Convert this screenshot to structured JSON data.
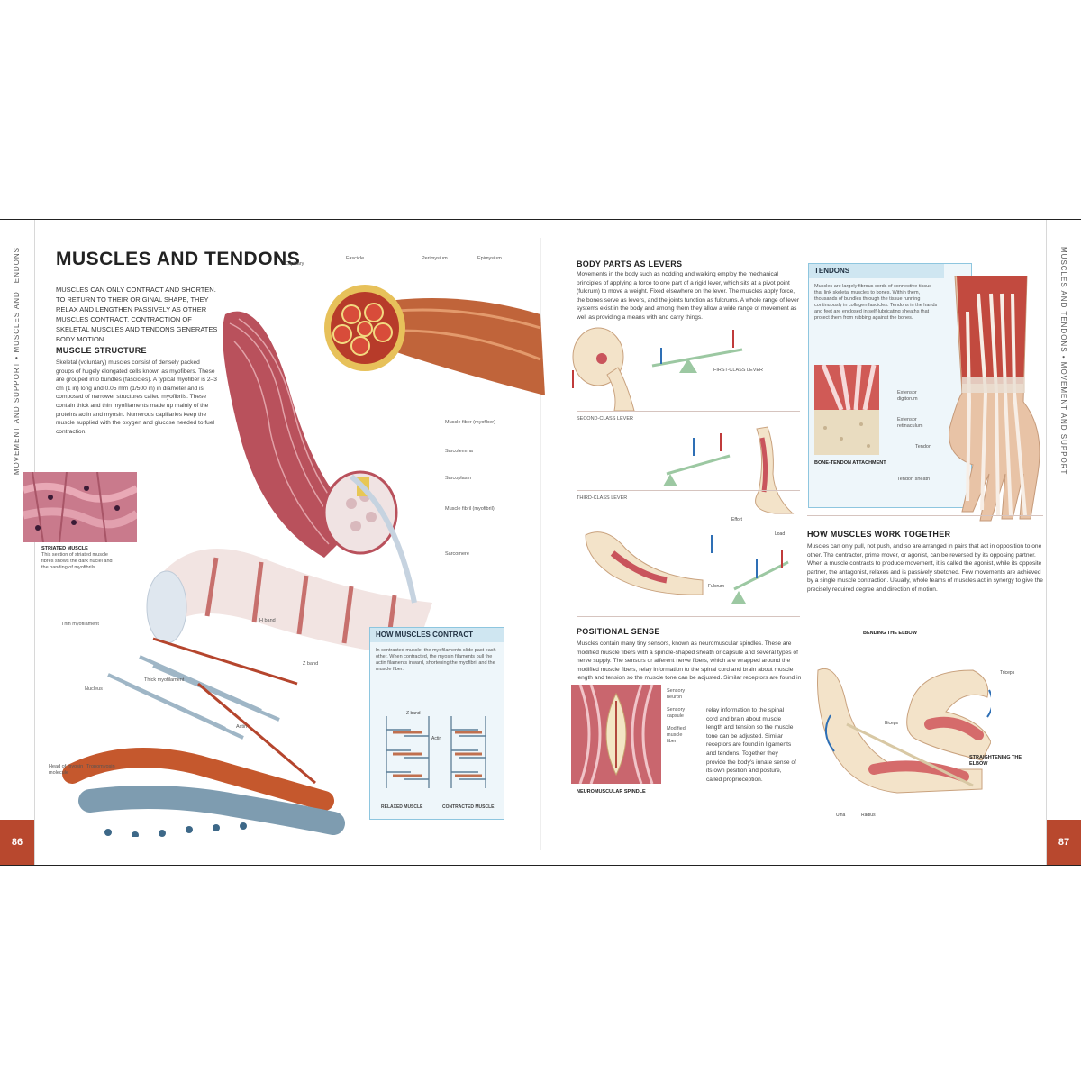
{
  "left_page": {
    "title": "MUSCLES AND TENDONS",
    "intro": "Muscles can only contract and shorten. To return to their original shape, they relax and lengthen passively as other muscles contract. Contraction of skeletal muscles and tendons generates body motion.",
    "gutter_text": "MOVEMENT AND SUPPORT  •  MUSCLES AND TENDONS",
    "page_number": "86",
    "structure_heading": "MUSCLE STRUCTURE",
    "structure_text": "Skeletal (voluntary) muscles consist of densely packed groups of hugely elongated cells known as myofibers. These are grouped into bundles (fascicles). A typical myofiber is 2–3 cm (1 in) long and 0.05 mm (1/500 in) in diameter and is composed of narrower structures called myofibrils. These contain thick and thin myofilaments made up mainly of the proteins actin and myosin. Numerous capillaries keep the muscle supplied with the oxygen and glucose needed to fuel contraction.",
    "micro_caption_title": "STRIATED MUSCLE",
    "micro_caption": "This section of striated muscle fibres shows the dark nuclei and the banding of myofibrils.",
    "labels": {
      "capillary": "Capillary",
      "fascicle": "Fascicle",
      "perimysium": "Perimysium",
      "epimysium": "Epimysium",
      "muscle_fiber": "Muscle fiber (myofiber)",
      "sarcolemma": "Sarcolemma",
      "sarcoplasm": "Sarcoplasm",
      "myofibril": "Muscle fibril (myofibril)",
      "sarcomere": "Sarcomere",
      "myofilament": "Thin myofilament",
      "thick_filament": "Thick myofilament",
      "h_band": "H band",
      "z_band": "Z band",
      "nucleus": "Nucleus",
      "head_of_myosin": "Head of myosin molecule",
      "tropomyosin": "Tropomyosin",
      "actin": "Actin"
    },
    "contract_box": {
      "title": "HOW MUSCLES CONTRACT",
      "text": "In contracted muscle, the myofilaments slide past each other. When contracted, the myosin filaments pull the actin filaments inward, shortening the myofibril and the muscle fiber.",
      "label_relaxed": "RELAXED MUSCLE",
      "label_contracted": "CONTRACTED MUSCLE",
      "label_z": "Z band",
      "label_actin": "Actin"
    }
  },
  "right_page": {
    "gutter_text": "MUSCLES AND TENDONS  •  MOVEMENT AND SUPPORT",
    "page_number": "87",
    "levers_heading": "BODY PARTS AS LEVERS",
    "levers_text": "Movements in the body such as nodding and walking employ the mechanical principles of applying a force to one part of a rigid lever, which sits at a pivot point (fulcrum) to move a weight. Fixed elsewhere on the lever. The muscles apply force, the bones serve as levers, and the joints function as fulcrums. A whole range of lever systems exist in the body and among them they allow a wide range of movement as well as providing a means with and carry things.",
    "first_class": "FIRST-CLASS LEVER",
    "second_class": "SECOND-CLASS LEVER",
    "third_class": "THIRD-CLASS LEVER",
    "effort": "Effort",
    "load": "Load",
    "fulcrum": "Fulcrum",
    "positional_heading": "POSITIONAL SENSE",
    "positional_text": "Muscles contain many tiny sensors, known as neuromuscular spindles. These are modified muscle fibers with a spindle-shaped sheath or capsule and several types of nerve supply. The sensors or afferent nerve fibers, which are wrapped around the modified muscle fibers, relay information to the spinal cord and brain about muscle length and tension so the muscle tone can be adjusted. Similar receptors are found in ligaments and tendons. Together they provide the body's innate sense of its own position and posture, called proprioception.",
    "spindle_caption": "NEUROMUSCULAR SPINDLE",
    "tendons_box": {
      "title": "TENDONS",
      "text": "Muscles are largely fibrous cords of connective tissue that link skeletal muscles to bones. Within them, thousands of bundles through the tissue running continuously in collagen fascicles. Tendons in the hands and feet are enclosed in self-lubricating sheaths that protect them from rubbing against the bones.",
      "attachment_caption": "BONE-TENDON ATTACHMENT",
      "extensor_dig": "Extensor digitorum",
      "extensor_ret": "Extensor retinaculum",
      "tendon": "Tendon",
      "tendon_sheath": "Tendon sheath"
    },
    "together_heading": "HOW MUSCLES WORK TOGETHER",
    "together_text": "Muscles can only pull, not push, and so are arranged in pairs that act in opposition to one other. The contractor, prime mover, or agonist, can be reversed by its opposing partner. When a muscle contracts to produce movement, it is called the agonist, while its opposite partner, the antagonist, relaxes and is passively stretched. Few movements are achieved by a single muscle contraction. Usually, whole teams of muscles act in synergy to give the precisely required degree and direction of motion.",
    "bending_caption": "BENDING THE ELBOW",
    "straightening_caption": "STRAIGHTENING THE ELBOW",
    "biceps": "Biceps",
    "triceps": "Triceps",
    "radius": "Radius",
    "ulna": "Ulna"
  },
  "colors": {
    "accent": "#b8482e",
    "box_border": "#8ec6df",
    "box_fill": "#eef6fa"
  }
}
